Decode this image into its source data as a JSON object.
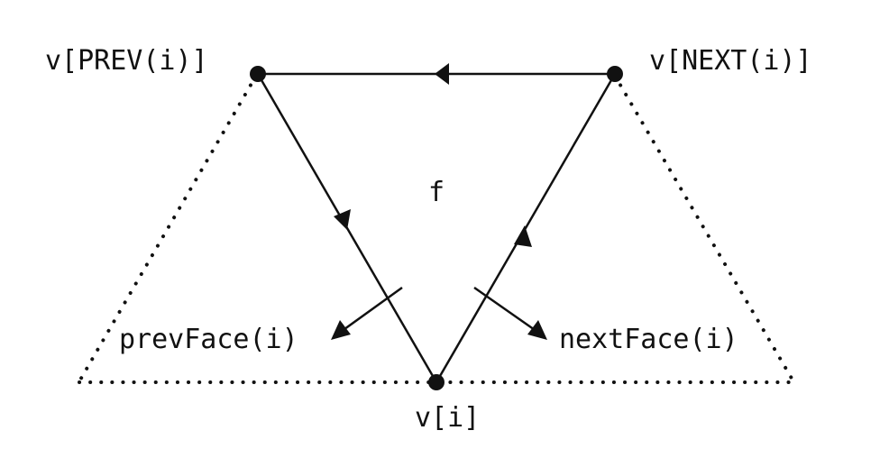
{
  "labels": {
    "v_prev": "v[PREV(i)]",
    "v_next": "v[NEXT(i)]",
    "v_i": "v[i]",
    "face": "f",
    "prev_face": "prevFace(i)",
    "next_face": "nextFace(i)"
  },
  "colors": {
    "ink": "#111111",
    "background": "#ffffff"
  }
}
